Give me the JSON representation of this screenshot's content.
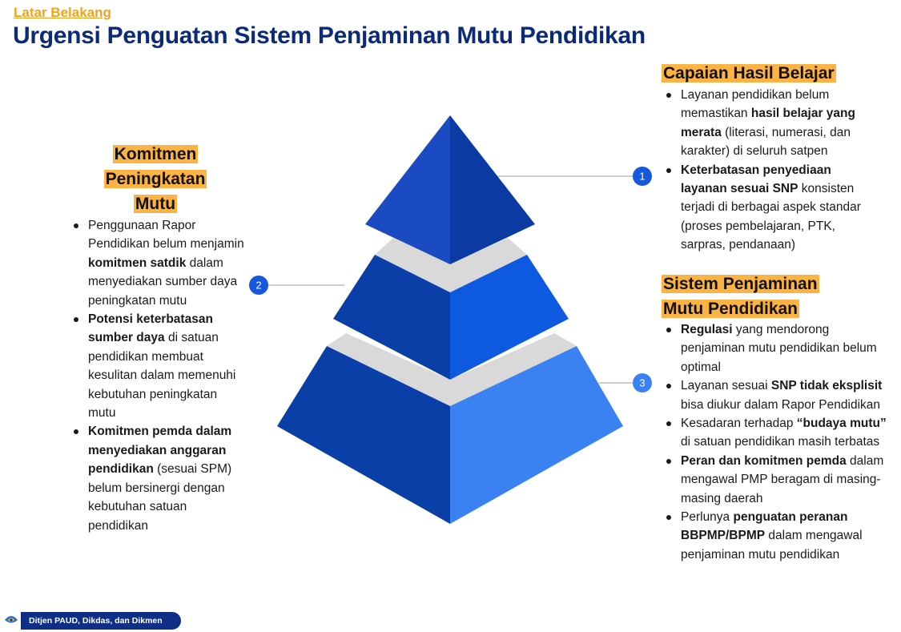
{
  "header": {
    "kicker": "Latar Belakang",
    "title": "Urgensi Penguatan Sistem Penjaminan Mutu Pendidikan"
  },
  "left": {
    "title": "Komitmen Peningkatan Mutu",
    "bullets": [
      [
        {
          "t": "Penggunaan Rapor Pendidikan belum menjamin ",
          "b": false
        },
        {
          "t": "komitmen satdik",
          "b": true
        },
        {
          "t": " dalam menyediakan sumber daya peningkatan mutu",
          "b": false
        }
      ],
      [
        {
          "t": "Potensi keterbatasan sumber daya",
          "b": true
        },
        {
          "t": " di satuan pendidikan membuat kesulitan dalam memenuhi kebutuhan peningkatan mutu",
          "b": false
        }
      ],
      [
        {
          "t": "Komitmen pemda dalam menyediakan anggaran pendidikan",
          "b": true
        },
        {
          "t": " (sesuai SPM) belum bersinergi dengan kebutuhan satuan pendidikan",
          "b": false
        }
      ]
    ]
  },
  "right_top": {
    "title": "Capaian Hasil Belajar",
    "bullets": [
      [
        {
          "t": "Layanan pendidikan belum memastikan ",
          "b": false
        },
        {
          "t": "hasil belajar yang merata",
          "b": true
        },
        {
          "t": " (literasi, numerasi, dan karakter) di seluruh satpen",
          "b": false
        }
      ],
      [
        {
          "t": "Keterbatasan penyediaan layanan sesuai SNP",
          "b": true
        },
        {
          "t": " konsisten terjadi di berbagai aspek standar (proses pembelajaran, PTK, sarpras, pendanaan)",
          "b": false
        }
      ]
    ]
  },
  "right_bottom": {
    "title": "Sistem Penjaminan Mutu Pendidikan",
    "bullets": [
      [
        {
          "t": "Regulasi",
          "b": true
        },
        {
          "t": " yang mendorong penjaminan mutu pendidikan belum optimal",
          "b": false
        }
      ],
      [
        {
          "t": "Layanan sesuai ",
          "b": false
        },
        {
          "t": "SNP tidak eksplisit",
          "b": true
        },
        {
          "t": " bisa diukur dalam Rapor Pendidikan",
          "b": false
        }
      ],
      [
        {
          "t": "Kesadaran terhadap ",
          "b": false
        },
        {
          "t": "“budaya mutu”",
          "b": true
        },
        {
          "t": " di satuan pendidikan masih terbatas",
          "b": false
        }
      ],
      [
        {
          "t": "Peran dan komitmen pemda",
          "b": true
        },
        {
          "t": " dalam mengawal PMP beragam di masing-masing daerah",
          "b": false
        }
      ],
      [
        {
          "t": "Perlunya ",
          "b": false
        },
        {
          "t": "penguatan peranan BBPMP/BPMP",
          "b": true
        },
        {
          "t": " dalam mengawal penjaminan mutu pendidikan",
          "b": false
        }
      ]
    ]
  },
  "badges": [
    "1",
    "2",
    "3"
  ],
  "footer": {
    "org": "Ditjen PAUD, Dikdas, dan Dikmen",
    "logo_icon": "tut-wuri-handayani-logo-icon"
  },
  "colors": {
    "accent_orange": "#fbb346",
    "title_navy": "#0b2a78",
    "pyramid_dark": "#0b3fa8",
    "pyramid_mid": "#0d55d8",
    "pyramid_light": "#3a82f2",
    "gap_gray": "#d9d9d9"
  }
}
